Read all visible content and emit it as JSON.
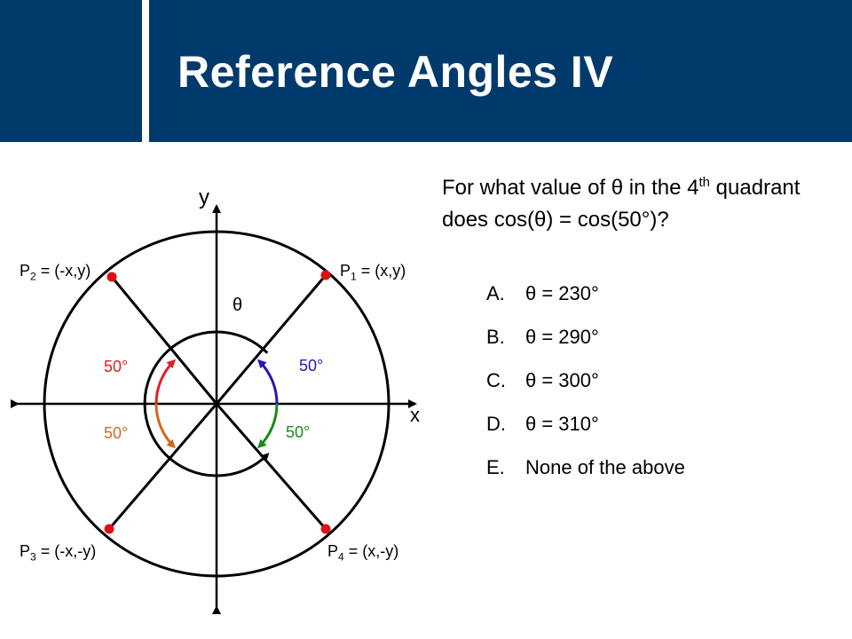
{
  "slide": {
    "title": "Reference Angles IV",
    "colors": {
      "header_bg": "#003a6c",
      "title_text": "#ffffff"
    }
  },
  "question": {
    "text_before": "For what value of θ in the 4",
    "superscript": "th",
    "text_after": " quadrant does cos(θ) = cos(50°)?"
  },
  "choices": [
    {
      "letter": "A.",
      "text": "θ = 230°"
    },
    {
      "letter": "B.",
      "text": "θ = 290°"
    },
    {
      "letter": "C.",
      "text": "θ = 300°"
    },
    {
      "letter": "D.",
      "text": "θ = 310°"
    },
    {
      "letter": "E.",
      "text": "None of the above"
    }
  ],
  "diagram": {
    "axis_labels": {
      "x": "x",
      "y": "y"
    },
    "theta_label": "θ",
    "points": [
      {
        "name": "P",
        "sub": "1",
        "coords": " = (x,y)"
      },
      {
        "name": "P",
        "sub": "2",
        "coords": " = (-x,y)"
      },
      {
        "name": "P",
        "sub": "3",
        "coords": " = (-x,-y)"
      },
      {
        "name": "P",
        "sub": "4",
        "coords": " = (x,-y)"
      }
    ],
    "reference_angles": [
      {
        "label": "50°",
        "quadrant": 1,
        "color": "#2a14b4"
      },
      {
        "label": "50°",
        "quadrant": 2,
        "color": "#dd2222"
      },
      {
        "label": "50°",
        "quadrant": 3,
        "color": "#d2691e"
      },
      {
        "label": "50°",
        "quadrant": 4,
        "color": "#1a8a1a"
      }
    ],
    "point_color": "#dd1111"
  }
}
